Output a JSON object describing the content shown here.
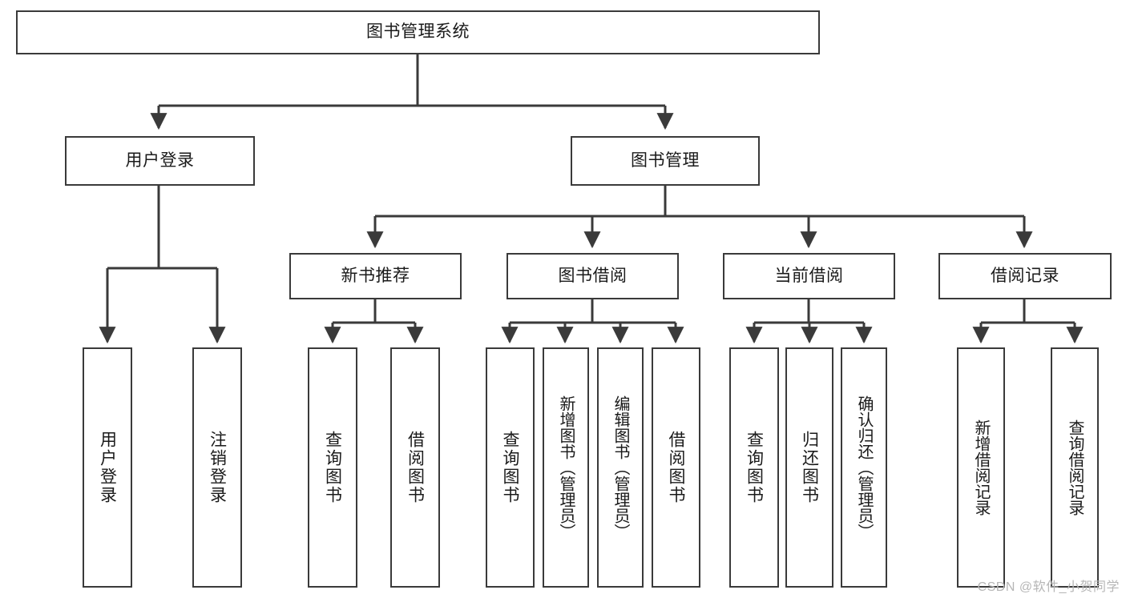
{
  "diagram": {
    "title": "图书管理系统",
    "watermark": "CSDN @软件_小贺同学",
    "colors": {
      "stroke": "#3a3a3a",
      "fill": "#ffffff",
      "text": "#1a1a1a",
      "watermark": "#b6b6b6"
    },
    "levels": {
      "root": {
        "label": "图书管理系统"
      },
      "level2": [
        {
          "label": "用户登录"
        },
        {
          "label": "图书管理"
        }
      ],
      "level3": [
        {
          "label": "新书推荐"
        },
        {
          "label": "图书借阅"
        },
        {
          "label": "当前借阅"
        },
        {
          "label": "借阅记录"
        }
      ],
      "leaves": {
        "user_login": [
          {
            "label": "用户登录"
          },
          {
            "label": "注销登录"
          }
        ],
        "new_book_recommend": [
          {
            "label": "查询图书"
          },
          {
            "label": "借阅图书"
          }
        ],
        "book_borrow": [
          {
            "label": "查询图书"
          },
          {
            "label": "新增图书（管理员）"
          },
          {
            "label": "编辑图书（管理员）"
          },
          {
            "label": "借阅图书"
          }
        ],
        "current_borrow": [
          {
            "label": "查询图书"
          },
          {
            "label": "归还图书"
          },
          {
            "label": "确认归还（管理员）"
          }
        ],
        "borrow_record": [
          {
            "label": "新增借阅记录"
          },
          {
            "label": "查询借阅记录"
          }
        ]
      }
    }
  }
}
